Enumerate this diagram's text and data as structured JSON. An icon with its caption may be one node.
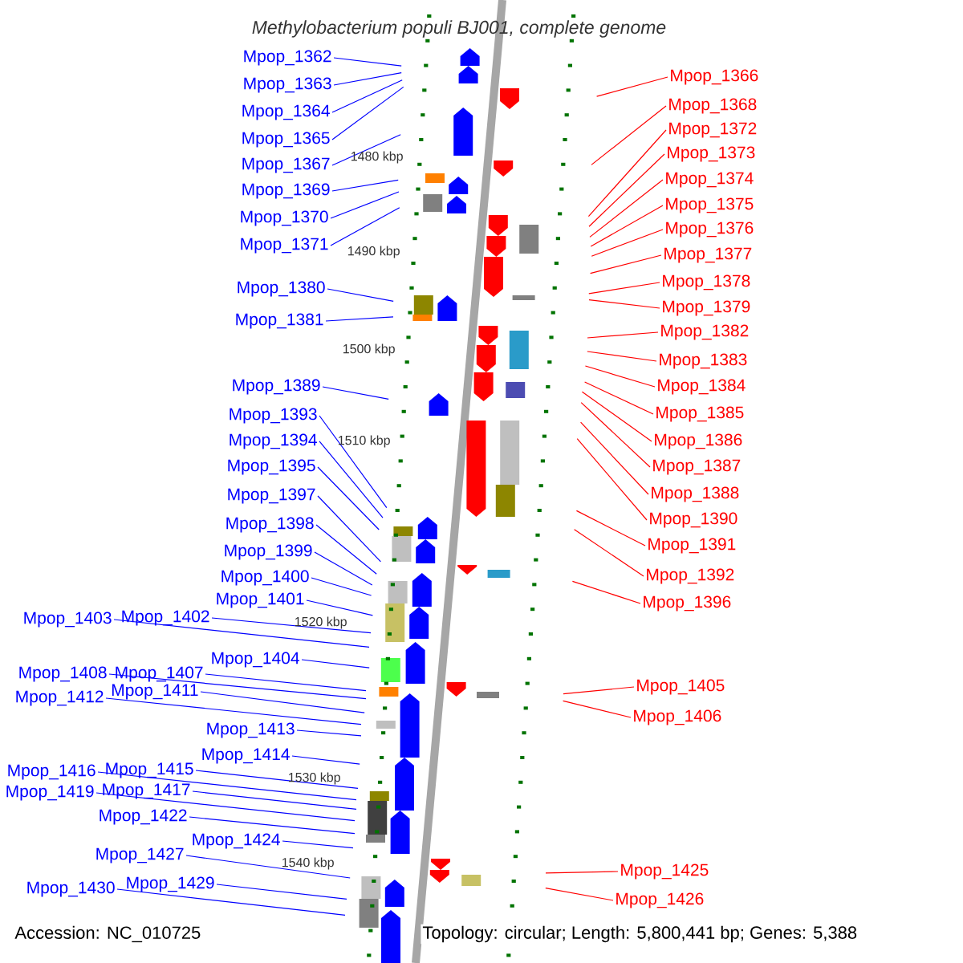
{
  "diagram": {
    "title": "Methylobacterium populi BJ001, complete genome",
    "nodes": [
      {
        "text": [
          "Mpop_1362"
        ]
      },
      {
        "text": [
          "Mpop_1363"
        ]
      },
      {
        "text": [
          "Mpop_1364"
        ]
      },
      {
        "text": [
          "Mpop_1365"
        ]
      },
      {
        "text": [
          "Mpop_1367"
        ]
      },
      {
        "text": [
          "Mpop_1369"
        ]
      },
      {
        "text": [
          "Mpop_1370"
        ]
      },
      {
        "text": [
          "Mpop_1371"
        ]
      },
      {
        "text": [
          "Mpop_1380"
        ]
      },
      {
        "text": [
          "Mpop_1381"
        ]
      },
      {
        "text": [
          "Mpop_1389"
        ]
      },
      {
        "text": [
          "Mpop_1393"
        ]
      },
      {
        "text": [
          "Mpop_1394"
        ]
      },
      {
        "text": [
          "Mpop_1395"
        ]
      },
      {
        "text": [
          "Mpop_1397"
        ]
      },
      {
        "text": [
          "Mpop_1398"
        ]
      },
      {
        "text": [
          "Mpop_1399"
        ]
      },
      {
        "text": [
          "Mpop_1400"
        ]
      },
      {
        "text": [
          "Mpop_1401"
        ]
      },
      {
        "text": [
          "Mpop_1403"
        ]
      },
      {
        "text": [
          "Mpop_1402"
        ]
      },
      {
        "text": [
          "Mpop_1404"
        ]
      },
      {
        "text": [
          "Mpop_1408"
        ]
      },
      {
        "text": [
          "Mpop_1407"
        ]
      },
      {
        "text": [
          "Mpop_1412"
        ]
      },
      {
        "text": [
          "Mpop_1411"
        ]
      },
      {
        "text": [
          "Mpop_1413"
        ]
      },
      {
        "text": [
          "Mpop_1414"
        ]
      },
      {
        "text": [
          "Mpop_1416"
        ]
      },
      {
        "text": [
          "Mpop_1415"
        ]
      },
      {
        "text": [
          "Mpop_1419"
        ]
      },
      {
        "text": [
          "Mpop_1417"
        ]
      },
      {
        "text": [
          "Mpop_1422"
        ]
      },
      {
        "text": [
          "Mpop_1424"
        ]
      },
      {
        "text": [
          "Mpop_1427"
        ]
      },
      {
        "text": [
          "Mpop_1430"
        ]
      },
      {
        "text": [
          "Mpop_1429"
        ]
      },
      {
        "text": [
          "Mpop_1366"
        ]
      },
      {
        "text": [
          "Mpop_1368"
        ]
      },
      {
        "text": [
          "Mpop_1372"
        ]
      },
      {
        "text": [
          "Mpop_1373"
        ]
      },
      {
        "text": [
          "Mpop_1374"
        ]
      },
      {
        "text": [
          "Mpop_1375"
        ]
      },
      {
        "text": [
          "Mpop_1376"
        ]
      },
      {
        "text": [
          "Mpop_1377"
        ]
      },
      {
        "text": [
          "Mpop_1378"
        ]
      },
      {
        "text": [
          "Mpop_1379"
        ]
      },
      {
        "text": [
          "Mpop_1382"
        ]
      },
      {
        "text": [
          "Mpop_1383"
        ]
      },
      {
        "text": [
          "Mpop_1384"
        ]
      },
      {
        "text": [
          "Mpop_1385"
        ]
      },
      {
        "text": [
          "Mpop_1386"
        ]
      },
      {
        "text": [
          "Mpop_1387"
        ]
      },
      {
        "text": [
          "Mpop_1388"
        ]
      },
      {
        "text": [
          "Mpop_1390"
        ]
      },
      {
        "text": [
          "Mpop_1391"
        ]
      },
      {
        "text": [
          "Mpop_1392"
        ]
      },
      {
        "text": [
          "Mpop_1396"
        ]
      },
      {
        "text": [
          "Mpop_1405"
        ]
      },
      {
        "text": [
          "Mpop_1406"
        ]
      },
      {
        "text": [
          "Mpop_1425"
        ]
      },
      {
        "text": [
          "Mpop_1426"
        ]
      }
    ],
    "edges": [
      {
        "from": 0,
        "to": null,
        "arrow": "none"
      },
      {
        "from": 1,
        "to": null,
        "arrow": "none"
      },
      {
        "from": 2,
        "to": null,
        "arrow": "none"
      },
      {
        "from": 3,
        "to": null,
        "arrow": "none"
      },
      {
        "from": 4,
        "to": null,
        "arrow": "none"
      },
      {
        "from": 5,
        "to": null,
        "arrow": "none"
      },
      {
        "from": 6,
        "to": null,
        "arrow": "none"
      },
      {
        "from": 7,
        "to": null,
        "arrow": "none"
      },
      {
        "from": 8,
        "to": null,
        "arrow": "none"
      },
      {
        "from": 9,
        "to": null,
        "arrow": "none"
      },
      {
        "from": 10,
        "to": null,
        "arrow": "none"
      },
      {
        "from": 11,
        "to": null,
        "arrow": "none"
      },
      {
        "from": 12,
        "to": null,
        "arrow": "none"
      },
      {
        "from": 13,
        "to": null,
        "arrow": "none"
      },
      {
        "from": 14,
        "to": null,
        "arrow": "none"
      },
      {
        "from": 15,
        "to": null,
        "arrow": "none"
      },
      {
        "from": 16,
        "to": null,
        "arrow": "none"
      },
      {
        "from": 17,
        "to": null,
        "arrow": "none"
      },
      {
        "from": 18,
        "to": null,
        "arrow": "none"
      },
      {
        "from": 19,
        "to": null,
        "arrow": "none"
      },
      {
        "from": 20,
        "to": null,
        "arrow": "none"
      },
      {
        "from": 21,
        "to": null,
        "arrow": "none"
      },
      {
        "from": 22,
        "to": null,
        "arrow": "none"
      },
      {
        "from": 23,
        "to": null,
        "arrow": "none"
      },
      {
        "from": 24,
        "to": null,
        "arrow": "none"
      },
      {
        "from": 25,
        "to": null,
        "arrow": "none"
      },
      {
        "from": 26,
        "to": null,
        "arrow": "none"
      },
      {
        "from": 27,
        "to": null,
        "arrow": "none"
      },
      {
        "from": 28,
        "to": null,
        "arrow": "none"
      },
      {
        "from": 29,
        "to": null,
        "arrow": "none"
      },
      {
        "from": 30,
        "to": null,
        "arrow": "none"
      },
      {
        "from": 31,
        "to": null,
        "arrow": "none"
      },
      {
        "from": 32,
        "to": null,
        "arrow": "none"
      },
      {
        "from": 33,
        "to": null,
        "arrow": "none"
      },
      {
        "from": 34,
        "to": null,
        "arrow": "none"
      },
      {
        "from": 35,
        "to": null,
        "arrow": "none"
      },
      {
        "from": 36,
        "to": null,
        "arrow": "none"
      },
      {
        "from": 37,
        "to": null,
        "arrow": "none",
        "color": "#ff0000"
      },
      {
        "from": 38,
        "to": null,
        "arrow": "none",
        "color": "#ff0000"
      },
      {
        "from": 39,
        "to": null,
        "arrow": "none",
        "color": "#ff0000"
      },
      {
        "from": 40,
        "to": null,
        "arrow": "none",
        "color": "#ff0000"
      },
      {
        "from": 41,
        "to": null,
        "arrow": "none",
        "color": "#ff0000"
      },
      {
        "from": 42,
        "to": null,
        "arrow": "none",
        "color": "#ff0000"
      },
      {
        "from": 43,
        "to": null,
        "arrow": "none",
        "color": "#ff0000"
      },
      {
        "from": 44,
        "to": null,
        "arrow": "none",
        "color": "#ff0000"
      },
      {
        "from": 45,
        "to": null,
        "arrow": "none",
        "color": "#ff0000"
      },
      {
        "from": 46,
        "to": null,
        "arrow": "none",
        "color": "#ff0000"
      },
      {
        "from": 47,
        "to": null,
        "arrow": "none",
        "color": "#ff0000"
      },
      {
        "from": 48,
        "to": null,
        "arrow": "none",
        "color": "#ff0000"
      },
      {
        "from": 49,
        "to": null,
        "arrow": "none",
        "color": "#ff0000"
      },
      {
        "from": 50,
        "to": null,
        "arrow": "none",
        "color": "#ff0000"
      },
      {
        "from": 51,
        "to": null,
        "arrow": "none",
        "color": "#ff0000"
      },
      {
        "from": 52,
        "to": null,
        "arrow": "none",
        "color": "#ff0000"
      },
      {
        "from": 53,
        "to": null,
        "arrow": "none",
        "color": "#ff0000"
      },
      {
        "from": 54,
        "to": null,
        "arrow": "none",
        "color": "#ff0000"
      },
      {
        "from": 55,
        "to": null,
        "arrow": "none",
        "color": "#ff0000"
      },
      {
        "from": 56,
        "to": null,
        "arrow": "none",
        "color": "#ff0000"
      },
      {
        "from": 57,
        "to": null,
        "arrow": "none",
        "color": "#ff0000"
      },
      {
        "from": 58,
        "to": null,
        "arrow": "none",
        "color": "#ff0000"
      },
      {
        "from": 59,
        "to": null,
        "arrow": "none",
        "color": "#ff0000"
      },
      {
        "from": 60,
        "to": null,
        "arrow": "none",
        "color": "#ff0000"
      },
      {
        "from": 61,
        "to": null,
        "arrow": "none",
        "color": "#ff0000"
      }
    ],
    "labels": [
      "1480 kbp",
      "1490 kbp",
      "1500 kbp",
      "1510 kbp",
      "1520 kbp",
      "1530 kbp",
      "1540 kbp",
      "Accession: NC_010725",
      "Topology: circular; Length: 5,800,441 bp; Genes: 5,388"
    ]
  }
}
